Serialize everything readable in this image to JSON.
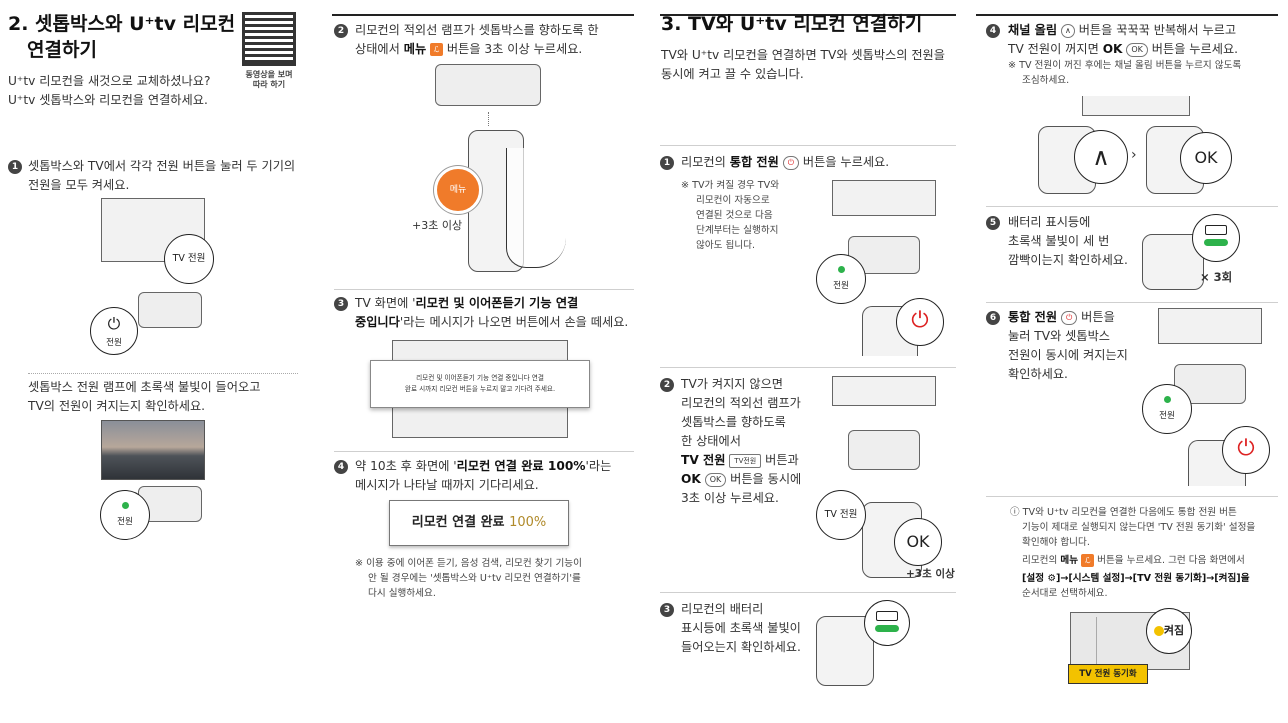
{
  "col1": {
    "title_line1": "2. 셋톱박스와 U⁺tv 리모컨",
    "title_line2": "연결하기",
    "qr_caption_line1": "동영상을 보며",
    "qr_caption_line2": "따라 하기",
    "intro_line1": "U⁺tv 리모컨을 새것으로 교체하셨나요?",
    "intro_line2": "U⁺tv 셋톱박스와 리모컨을 연결하세요.",
    "step1_num": "1",
    "step1_line1": "셋톱박스와 TV에서 각각 전원 버튼을 눌러 두 기기의",
    "step1_line2": "전원을 모두 켜세요.",
    "tv_power_label": "TV 전원",
    "power_label": "전원",
    "step1b_line1": "셋톱박스 전원 램프에 초록색 불빛이 들어오고",
    "step1b_line2": "TV의 전원이 켜지는지 확인하세요.",
    "power_label2": "전원"
  },
  "col2": {
    "step2_num": "2",
    "step2_line1": "리모컨의 적외선 램프가 셋톱박스를 향하도록 한",
    "step2_line2_pre": "상태에서",
    "step2_line2_bold": "메뉴",
    "step2_line2_post": "버튼을 3초 이상 누르세요.",
    "hold_label": "+3초 이상",
    "menu_icon_text": "메뉴",
    "step3_num": "3",
    "step3_line1_pre": "TV 화면에 '",
    "step3_line1_bold": "리모컨 및 이어폰듣기 기능 연결",
    "step3_line2_bold": "중입니다",
    "step3_line2_post": "'라는 메시지가 나오면 버튼에서 손을 떼세요.",
    "screen_msg_line1": "리모컨 및 이어폰듣기 기능 연결 중입니다 연결",
    "screen_msg_line2": "완료 시까지 리모컨 버튼을 누르지 말고 기다려 주세요.",
    "step4_num": "4",
    "step4_line1_pre": "약 10초 후 화면에 '",
    "step4_line1_bold": "리모컨 연결 완료 100%",
    "step4_line1_post": "'라는",
    "step4_line2": "메시지가 나타날 때까지 기다리세요.",
    "complete_label": "리모컨 연결 완료",
    "complete_pct": "100%",
    "note_line1": "※ 이용 중에 이어폰 듣기, 음성 검색, 리모컨 찾기 기능이",
    "note_line2": "안 될 경우에는 '셋톱박스와 U⁺tv 리모컨 연결하기'를",
    "note_line3": "다시 실행하세요."
  },
  "col3": {
    "title": "3. TV와 U⁺tv 리모컨 연결하기",
    "intro_line1": "TV와 U⁺tv 리모컨을 연결하면 TV와 셋톱박스의 전원을",
    "intro_line2": "동시에 켜고 끌 수 있습니다.",
    "step1_num": "1",
    "step1_pre": "리모컨의",
    "step1_bold": "통합 전원",
    "step1_post": "버튼을 누르세요.",
    "note_line1": "※ TV가 켜질 경우 TV와",
    "note_line2": "리모컨이 자동으로",
    "note_line3": "연결된 것으로 다음",
    "note_line4": "단계부터는 실행하지",
    "note_line5": "않아도 됩니다.",
    "power_label": "전원",
    "step2_num": "2",
    "step2_line1": "TV가 켜지지 않으면",
    "step2_line2": "리모컨의 적외선 램프가",
    "step2_line3": "셋톱박스를 향하도록",
    "step2_line4": "한 상태에서",
    "step2_line5_bold": "TV 전원",
    "step2_line5_btn": "TV전원",
    "step2_line5_post": "버튼과",
    "step2_line6_bold": "OK",
    "step2_line6_btn": "OK",
    "step2_line6_post": "버튼을 동시에",
    "step2_line7": "3초 이상 누르세요.",
    "tv_power_label": "TV 전원",
    "ok_label": "OK",
    "hold_label": "+3초 이상",
    "step3_num": "3",
    "step3_line1": "리모컨의 배터리",
    "step3_line2": "표시등에 초록색 불빛이",
    "step3_line3": "들어오는지 확인하세요."
  },
  "col4": {
    "step4_num": "4",
    "step4_line1_bold": "채널 올림",
    "step4_line1_post": "버튼을 꾹꾹꾹 반복해서 누르고",
    "step4_line2_pre": "TV 전원이 꺼지면",
    "step4_line2_bold": "OK",
    "step4_line2_btn": "OK",
    "step4_line2_post": "버튼을 누르세요.",
    "step4_note_line1": "※ TV 전원이 꺼진 후에는 채널 올림 버튼을 누르지 않도록",
    "step4_note_line2": "조심하세요.",
    "up_label": "∧",
    "ok_label": "OK",
    "step5_num": "5",
    "step5_line1": "배터리 표시등에",
    "step5_line2": "초록색 불빛이 세 번",
    "step5_line3": "깜빡이는지 확인하세요.",
    "times_label": "× 3회",
    "step6_num": "6",
    "step6_line1_bold": "통합 전원",
    "step6_line1_post": "버튼을",
    "step6_line2": "눌러 TV와 셋톱박스",
    "step6_line3": "전원이 동시에 켜지는지",
    "step6_line4": "확인하세요.",
    "power_label": "전원",
    "info_line1": "ⓘ TV와 U⁺tv 리모컨을 연결한 다음에도 통합 전원 버튼",
    "info_line2": "기능이 제대로 실행되지 않는다면 'TV 전원 동기화' 설정을",
    "info_line3": "확인해야 합니다.",
    "info_line4_pre": "리모컨의",
    "info_line4_bold": "메뉴",
    "info_line4_post": "버튼을 누르세요. 그런 다음 화면에서",
    "info_line5": "[설정 ⚙]→[시스템 설정]→[TV 전원 동기화]→[켜짐]을",
    "info_line6": "순서대로 선택하세요.",
    "on_label": "켜짐",
    "sync_label": "TV 전원 동기화"
  }
}
